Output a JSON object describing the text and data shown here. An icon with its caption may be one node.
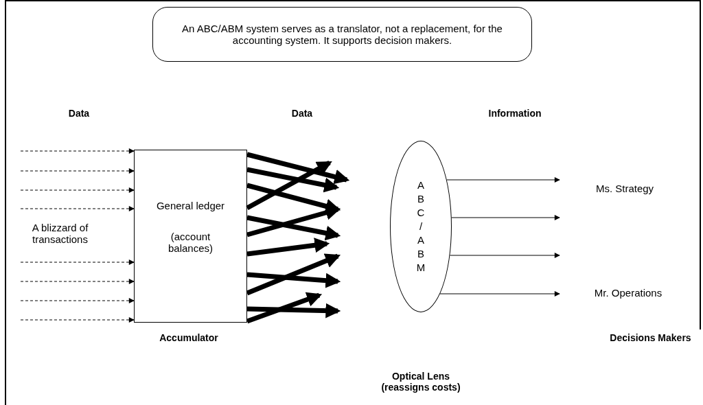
{
  "diagram": {
    "nodes": [
      {
        "text": [
          "An ABC/ABM system serves as a translator, not a replacement, for the accounting system. It supports decision makers."
        ]
      },
      {
        "text": [
          "General ledger",
          "(account balances)"
        ]
      },
      {
        "text": [
          "A B C / A B M"
        ]
      }
    ],
    "edges": [
      {
        "from": null,
        "to": 1,
        "arrow": "to",
        "style": "dashed"
      },
      {
        "from": null,
        "to": 1,
        "arrow": "to",
        "style": "dashed"
      },
      {
        "from": null,
        "to": 1,
        "arrow": "to",
        "style": "dashed"
      },
      {
        "from": null,
        "to": 1,
        "arrow": "to",
        "style": "dashed"
      },
      {
        "from": null,
        "to": 1,
        "arrow": "to",
        "style": "dashed"
      },
      {
        "from": null,
        "to": 1,
        "arrow": "to",
        "style": "dashed"
      },
      {
        "from": null,
        "to": 1,
        "arrow": "to",
        "style": "dashed"
      },
      {
        "from": null,
        "to": 1,
        "arrow": "to",
        "style": "dashed"
      },
      {
        "from": 1,
        "to": null,
        "arrow": "to",
        "style": "thick"
      },
      {
        "from": 1,
        "to": null,
        "arrow": "to",
        "style": "thick"
      },
      {
        "from": 1,
        "to": null,
        "arrow": "to",
        "style": "thick"
      },
      {
        "from": 1,
        "to": null,
        "arrow": "to",
        "style": "thick"
      },
      {
        "from": 1,
        "to": null,
        "arrow": "to",
        "style": "thick"
      },
      {
        "from": 1,
        "to": null,
        "arrow": "to",
        "style": "thick"
      },
      {
        "from": 1,
        "to": null,
        "arrow": "to",
        "style": "thick"
      },
      {
        "from": 1,
        "to": null,
        "arrow": "to",
        "style": "thick"
      },
      {
        "from": 1,
        "to": null,
        "arrow": "to",
        "style": "thick"
      },
      {
        "from": 1,
        "to": null,
        "arrow": "to",
        "style": "thick"
      },
      {
        "from": 1,
        "to": null,
        "arrow": "to",
        "style": "thick"
      },
      {
        "from": 2,
        "to": null,
        "arrow": "to"
      },
      {
        "from": 2,
        "to": null,
        "arrow": "to"
      },
      {
        "from": 2,
        "to": null,
        "arrow": "to"
      },
      {
        "from": 2,
        "to": null,
        "arrow": "to"
      }
    ],
    "labels": [
      "Data",
      "Data",
      "Information",
      "A blizzard of transactions",
      "Ms. Strategy",
      "Mr. Operations",
      "Accumulator",
      "Optical Lens (reassigns costs)",
      "Decisions Makers"
    ]
  }
}
